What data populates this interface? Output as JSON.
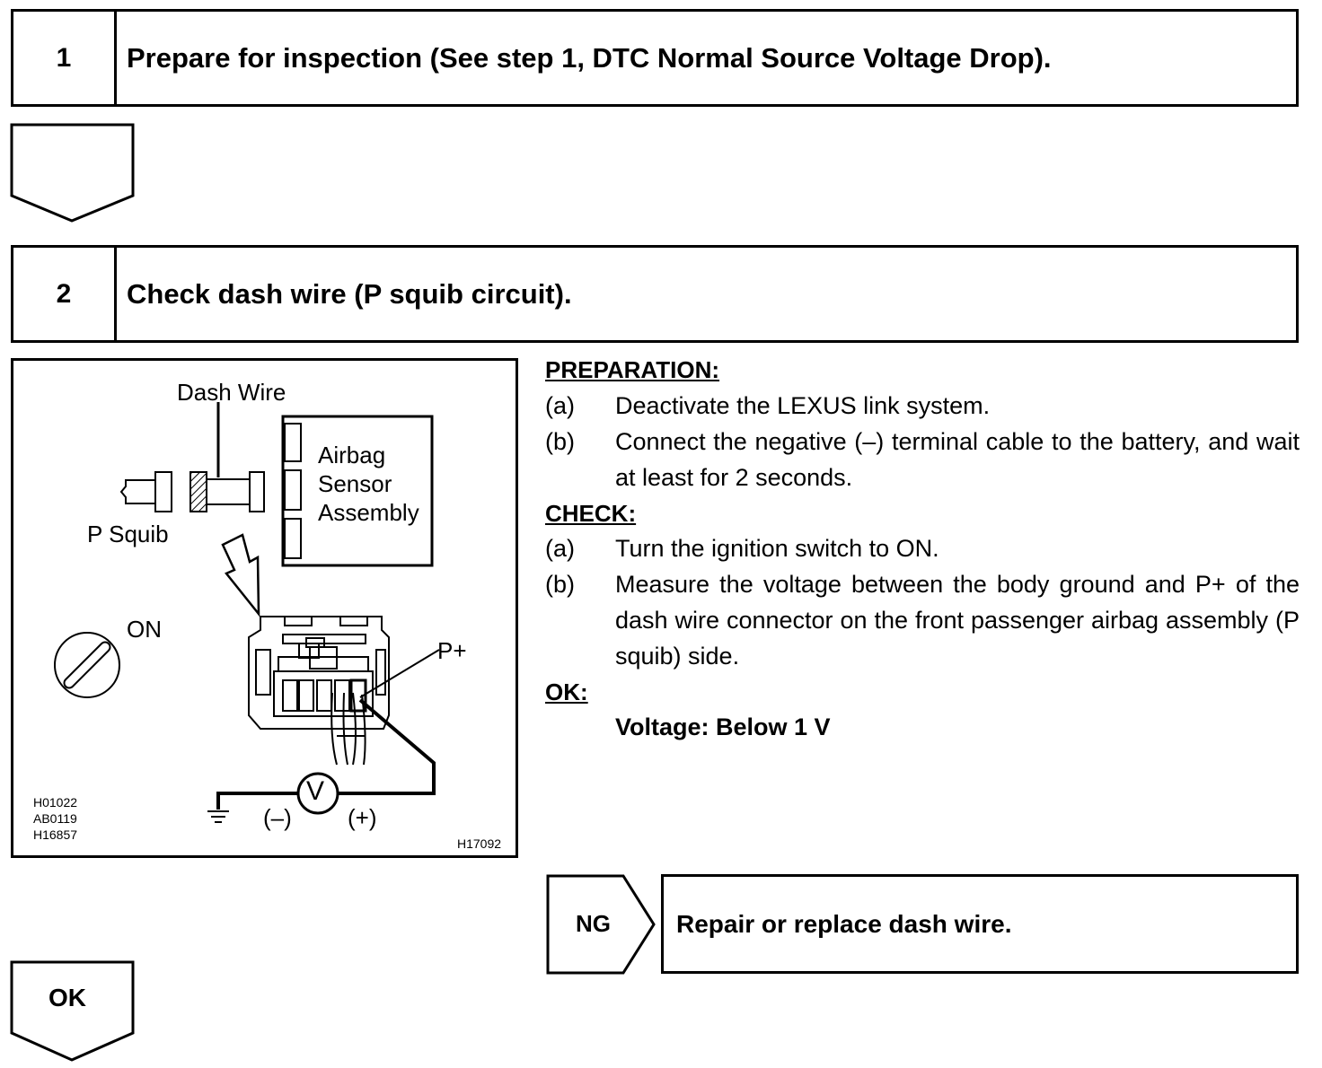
{
  "steps": [
    {
      "number": "1",
      "title": "Prepare for inspection (See step 1, DTC Normal Source Voltage Drop)."
    },
    {
      "number": "2",
      "title": "Check dash wire (P squib circuit)."
    }
  ],
  "figure": {
    "labels": {
      "dash_wire": "Dash Wire",
      "airbag_line1": "Airbag",
      "airbag_line2": "Sensor",
      "airbag_line3": "Assembly",
      "p_squib": "P Squib",
      "on": "ON",
      "p_plus": "P+",
      "neg": "(–)",
      "pos": "(+)",
      "meter": "V"
    },
    "codes_left": [
      "H01022",
      "AB0119",
      "H16857"
    ],
    "code_right": "H17092"
  },
  "instructions": {
    "preparation_heading": "PREPARATION:",
    "preparation": [
      {
        "marker": "(a)",
        "text": "Deactivate the LEXUS link system."
      },
      {
        "marker": "(b)",
        "text": "Connect the negative (–) terminal cable to the battery, and wait at least for 2 seconds."
      }
    ],
    "check_heading": "CHECK:",
    "check": [
      {
        "marker": "(a)",
        "text": "Turn the ignition switch to ON."
      },
      {
        "marker": "(b)",
        "text": "Measure the voltage between the body ground and P+ of the dash wire connector on the front passenger airbag assembly (P squib) side."
      }
    ],
    "ok_heading": "OK:",
    "ok_value": "Voltage: Below 1 V"
  },
  "ng_result": {
    "tag": "NG",
    "action": "Repair or replace dash wire."
  },
  "ok_result": {
    "tag": "OK"
  }
}
